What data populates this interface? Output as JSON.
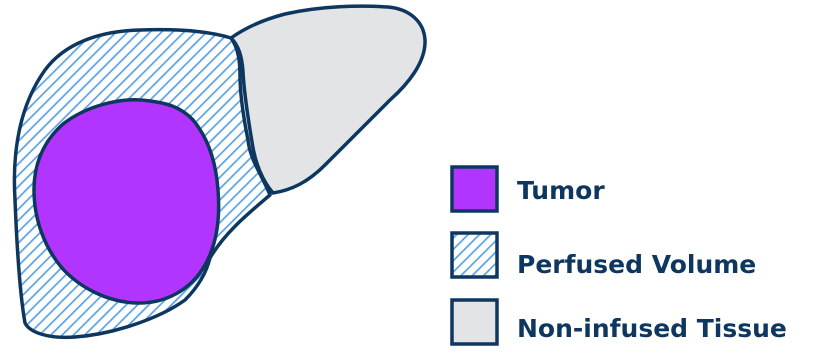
{
  "colors": {
    "outline": "#0e3760",
    "tumor_fill": "#b235ff",
    "hatch": "#5aa2e6",
    "hatch_background": "#ffffff",
    "tissue_fill": "#e3e4e6",
    "label_text": "#0e3760"
  },
  "legend": [
    {
      "key": "tumor",
      "swatch": "solid-purple",
      "label": "Tumor"
    },
    {
      "key": "perfused",
      "swatch": "diagonal-hatch",
      "label": "Perfused Volume"
    },
    {
      "key": "tissue",
      "swatch": "solid-gray",
      "label": "Non-infused Tissue"
    }
  ]
}
